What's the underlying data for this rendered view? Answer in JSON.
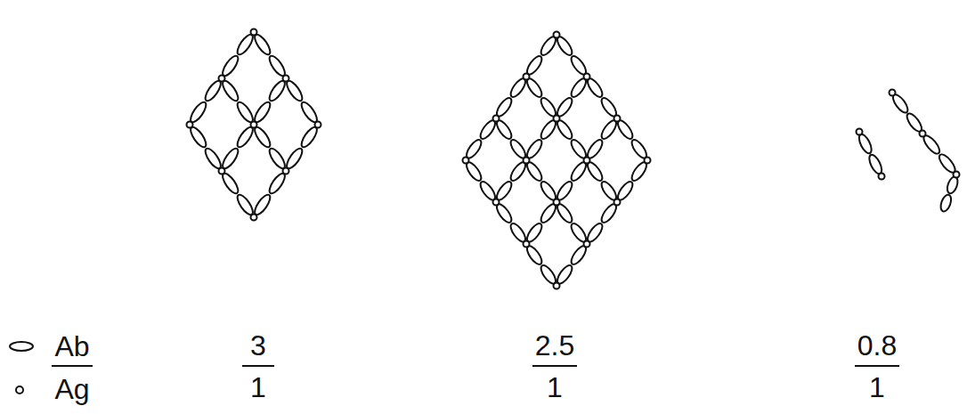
{
  "diagram": {
    "labels": [
      "3",
      "1",
      "2.5",
      "1",
      "0.8",
      "1"
    ],
    "legend": [
      {
        "text": "Ab"
      },
      {
        "text": "Ag"
      }
    ]
  }
}
